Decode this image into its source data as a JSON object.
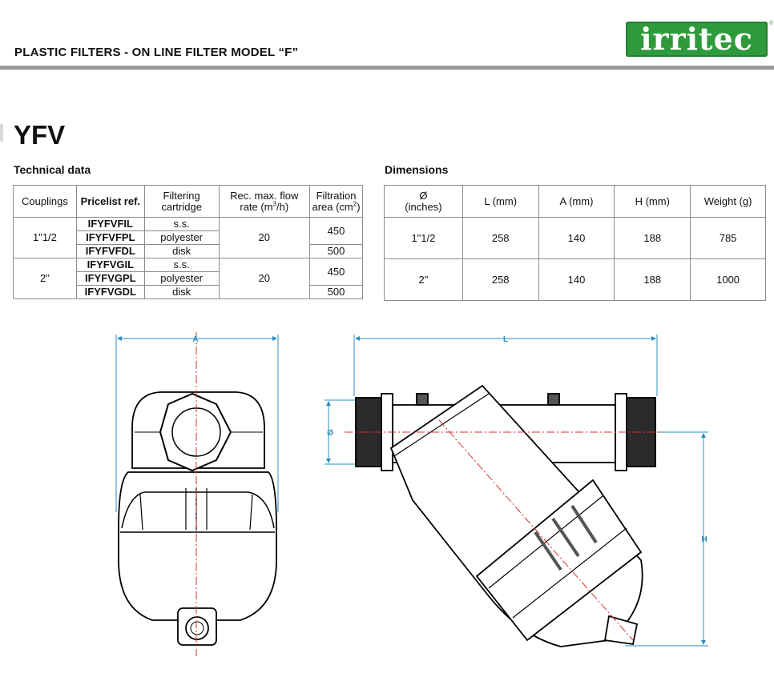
{
  "header": {
    "title": "PLASTIC FILTERS - ON LINE FILTER MODEL “F”",
    "logo_text": "irritec",
    "logo_reg": "®",
    "brand_color": "#2f9a3c"
  },
  "product": {
    "title": "YFV"
  },
  "technical": {
    "title": "Technical data",
    "headers": {
      "couplings": "Couplings",
      "pricelist": "Pricelist ref.",
      "filtering_1": "Filtering",
      "filtering_2": "cartridge",
      "flow_1": "Rec. max. flow",
      "flow_2": "rate (m",
      "flow_sup": "3",
      "flow_3": "/h)",
      "area_1": "Filtration",
      "area_2": "area (cm",
      "area_sup": "2",
      "area_3": ")"
    },
    "groups": [
      {
        "coupling": "1\"1/2",
        "flow": "20",
        "rows": [
          {
            "ref": "IFYFVFIL",
            "cartridge": "s.s."
          },
          {
            "ref": "IFYFVFPL",
            "cartridge": "polyester"
          },
          {
            "ref": "IFYFVFDL",
            "cartridge": "disk"
          }
        ],
        "area_a": "450",
        "area_b": "500"
      },
      {
        "coupling": "2\"",
        "flow": "20",
        "rows": [
          {
            "ref": "IFYFVGIL",
            "cartridge": "s.s."
          },
          {
            "ref": "IFYFVGPL",
            "cartridge": "polyester"
          },
          {
            "ref": "IFYFVGDL",
            "cartridge": "disk"
          }
        ],
        "area_a": "450",
        "area_b": "500"
      }
    ]
  },
  "dimensions": {
    "title": "Dimensions",
    "headers": {
      "dia_1": "Ø",
      "dia_2": "(inches)",
      "l": "L (mm)",
      "a": "A (mm)",
      "h": "H (mm)",
      "w": "Weight (g)"
    },
    "rows": [
      {
        "dia": "1\"1/2",
        "l": "258",
        "a": "140",
        "h": "188",
        "w": "785"
      },
      {
        "dia": "2\"",
        "l": "258",
        "a": "140",
        "h": "188",
        "w": "1000"
      }
    ]
  },
  "drawing": {
    "label_a": "A",
    "label_l": "L",
    "label_dia": "Ø",
    "label_h": "H",
    "dim_color": "#2a8fc0",
    "axis_color": "#d93030"
  }
}
